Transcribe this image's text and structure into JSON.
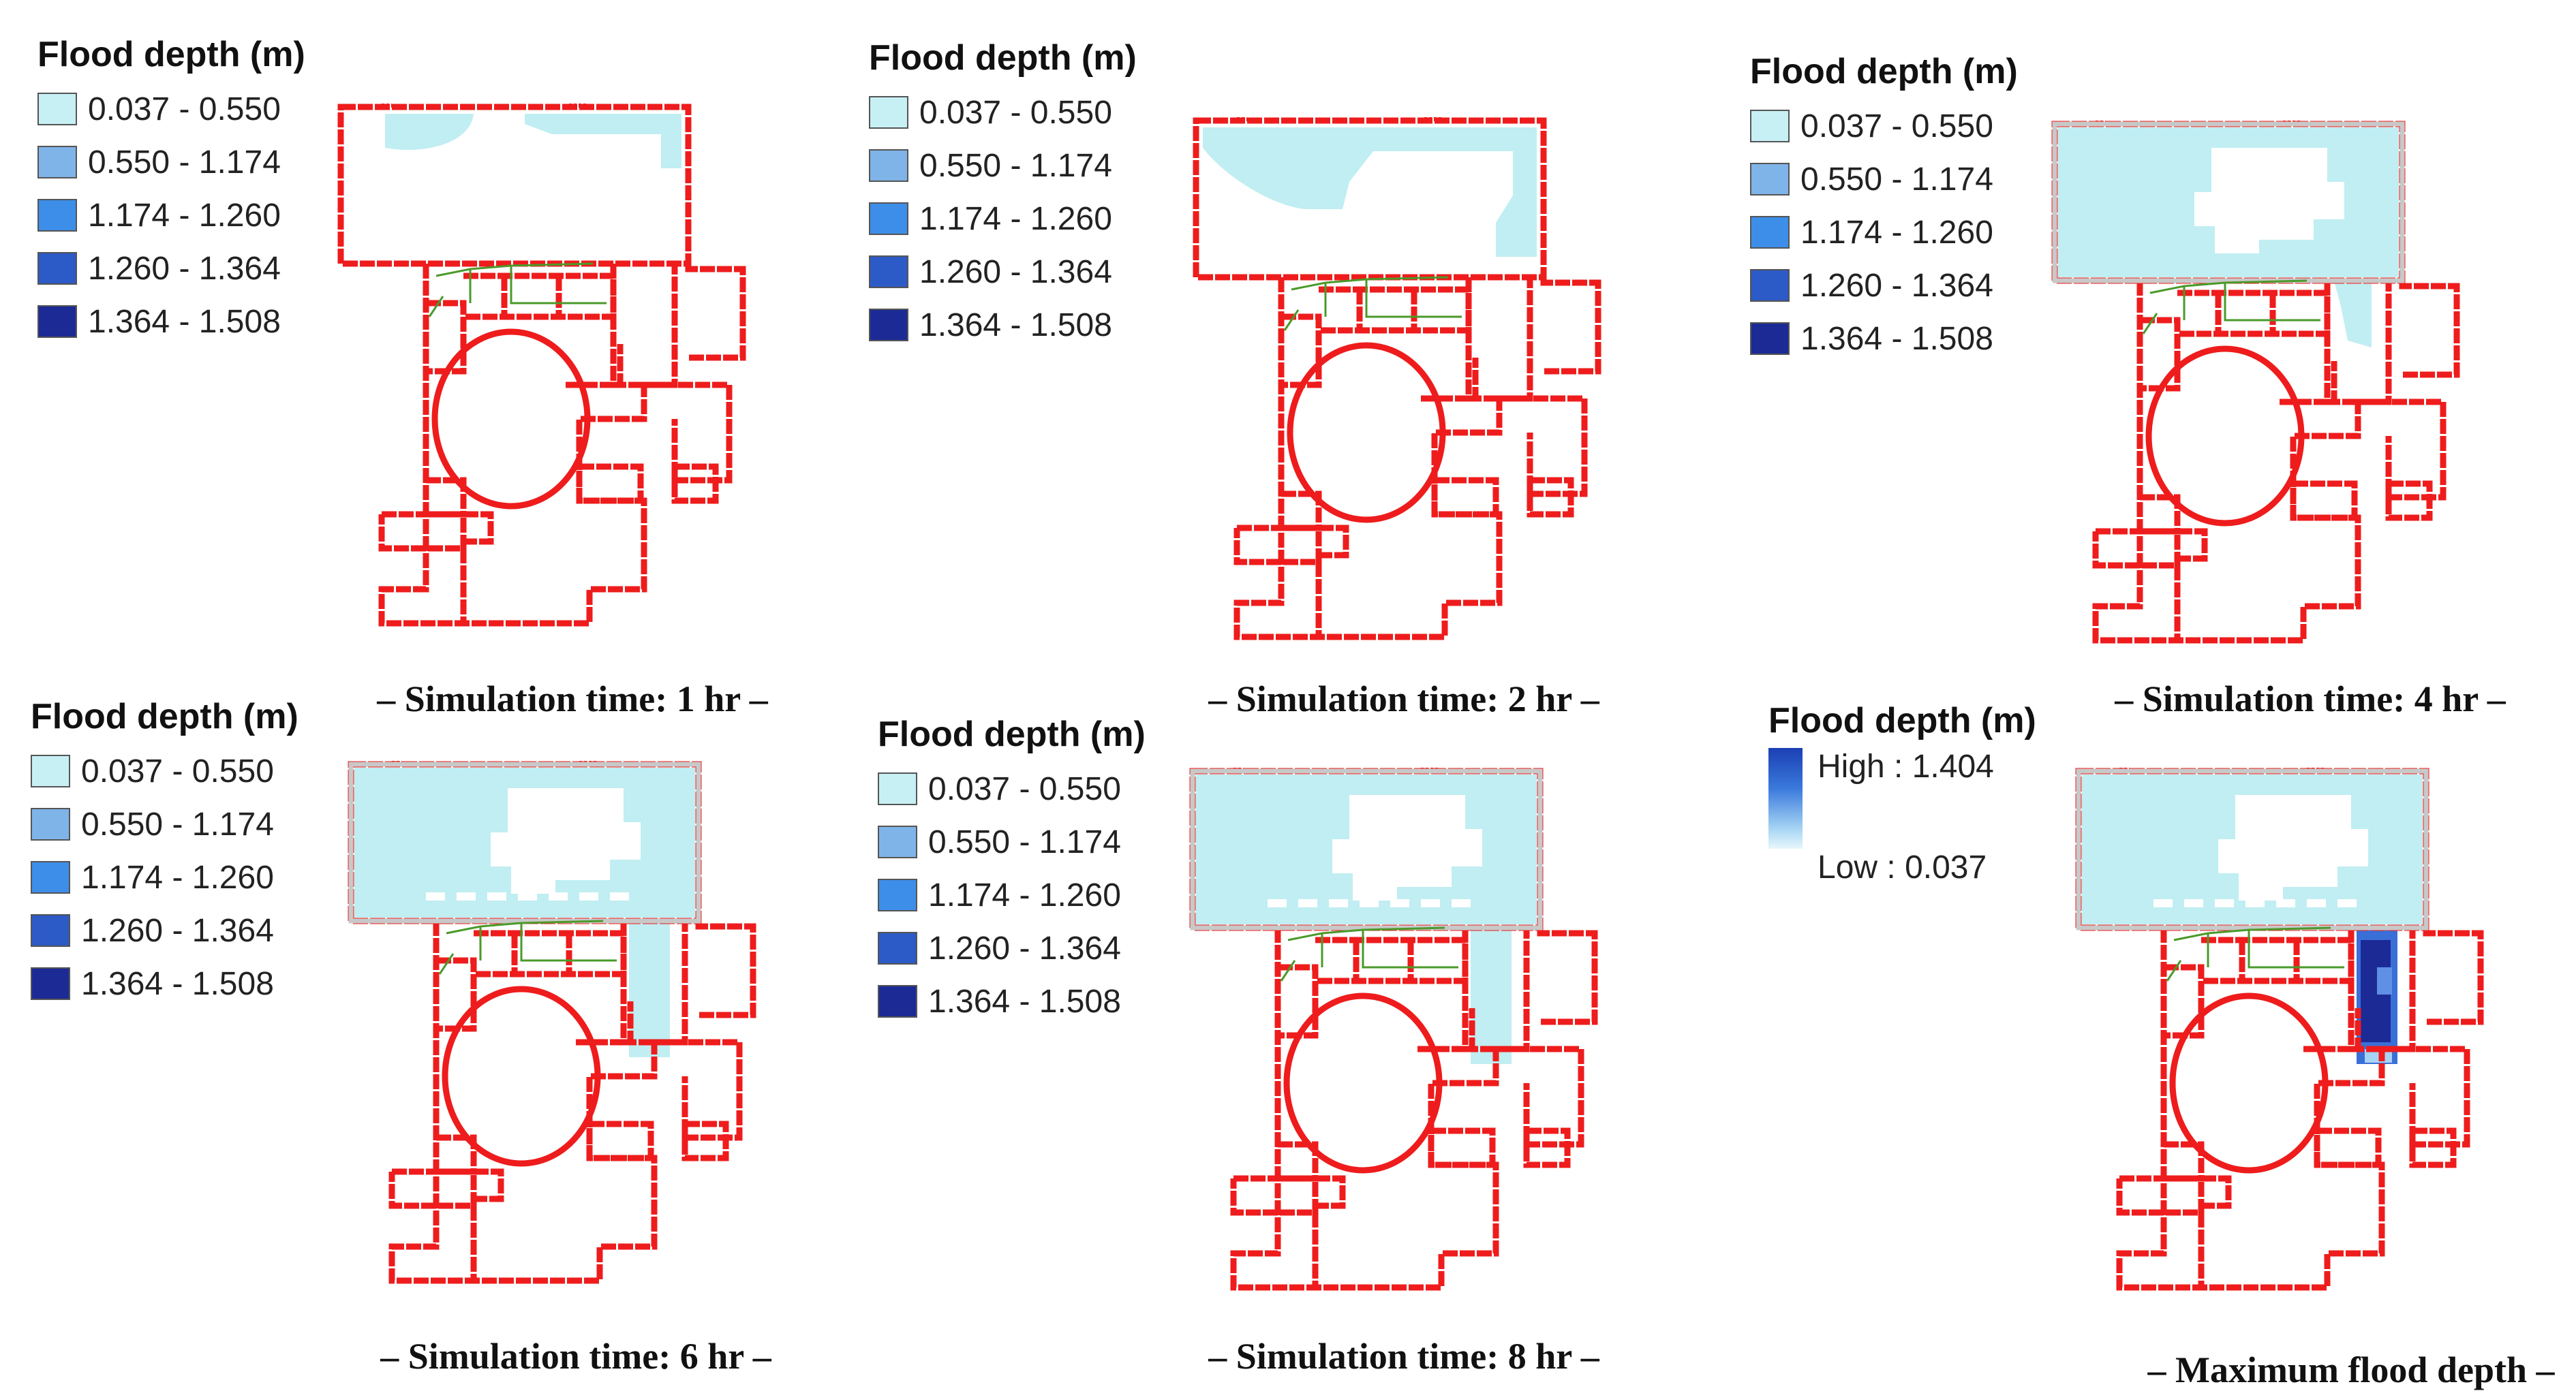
{
  "legend": {
    "title": "Flood depth (m)",
    "classes": [
      {
        "range": "0.037 - 0.550",
        "color": "#c7f0f4"
      },
      {
        "range": "0.550 - 1.174",
        "color": "#7fb4e8"
      },
      {
        "range": "1.174 - 1.260",
        "color": "#3d8ee8"
      },
      {
        "range": "1.260 - 1.364",
        "color": "#2c5ac6"
      },
      {
        "range": "1.364 - 1.508",
        "color": "#1c2a96"
      }
    ],
    "gradient_high": "High : 1.404",
    "gradient_low": "Low : 0.037"
  },
  "colors": {
    "wall": "#ee1c1c",
    "flood_light": "#c0eef2",
    "flood_deep": "#1c2a96",
    "flood_mid": "#3a6fd8",
    "roof_edge": "#c8c8c8",
    "pipe": "#4a9a2a"
  },
  "panels": [
    {
      "caption": "– Simulation time: 1 hr –",
      "stage": 1
    },
    {
      "caption": "– Simulation time: 2 hr –",
      "stage": 2
    },
    {
      "caption": "– Simulation time: 4 hr –",
      "stage": 3
    },
    {
      "caption": "– Simulation time: 6 hr –",
      "stage": 4
    },
    {
      "caption": "– Simulation time: 8 hr –",
      "stage": 5
    },
    {
      "caption": "– Maximum flood depth –",
      "stage": 6
    }
  ]
}
